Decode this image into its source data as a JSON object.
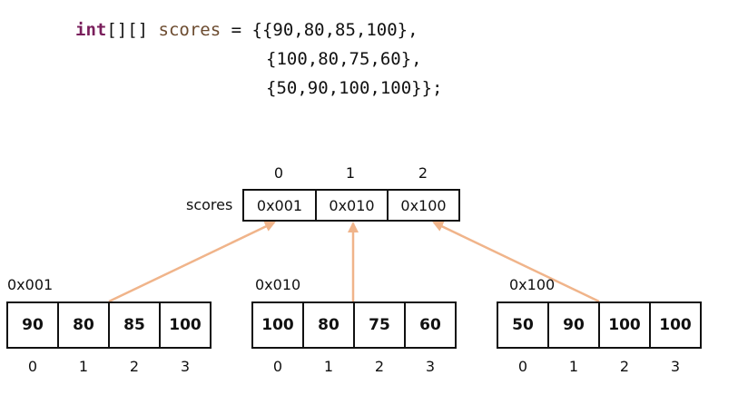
{
  "code": {
    "keyword": "int",
    "brackets": "[][]",
    "var_name": "scores",
    "line1_rest": " = {{90,80,85,100},",
    "line2": "{100,80,75,60},",
    "line3": "{50,90,100,100}};"
  },
  "outer_array": {
    "label": "scores",
    "indices": [
      "0",
      "1",
      "2"
    ],
    "cells": [
      "0x001",
      "0x010",
      "0x100"
    ]
  },
  "rows": [
    {
      "address": "0x001",
      "values": [
        "90",
        "80",
        "85",
        "100"
      ],
      "indices": [
        "0",
        "1",
        "2",
        "3"
      ]
    },
    {
      "address": "0x010",
      "values": [
        "100",
        "80",
        "75",
        "60"
      ],
      "indices": [
        "0",
        "1",
        "2",
        "3"
      ]
    },
    {
      "address": "0x100",
      "values": [
        "50",
        "90",
        "100",
        "100"
      ],
      "indices": [
        "0",
        "1",
        "2",
        "3"
      ]
    }
  ],
  "colors": {
    "arrow": "#f0b48a",
    "border": "#111111",
    "keyword": "#7a1f5c",
    "variable": "#6b4a2e"
  }
}
